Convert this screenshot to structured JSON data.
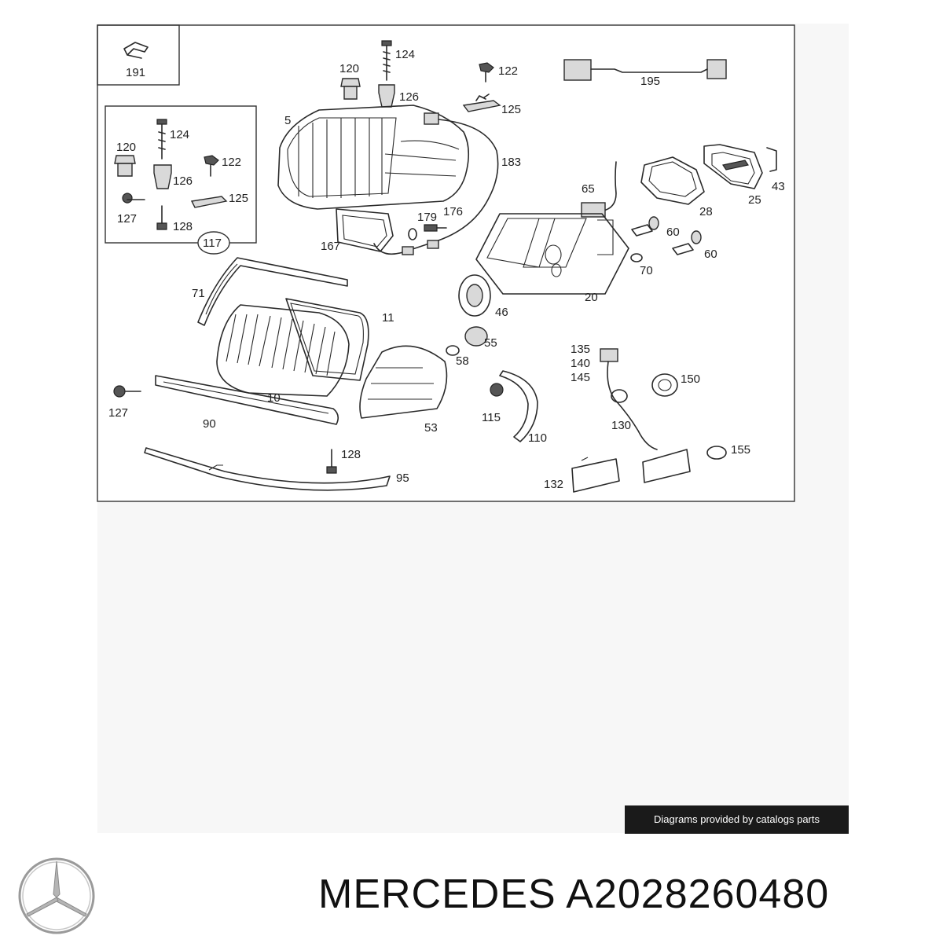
{
  "diagram": {
    "labels": {
      "l191": "191",
      "l124a": "124",
      "l120a": "120",
      "l126a": "126",
      "l122a": "122",
      "l125a": "125",
      "l195": "195",
      "l5": "5",
      "l183": "183",
      "l124b": "124",
      "l120b": "120",
      "l122b": "122",
      "l126b": "126",
      "l125b": "125",
      "l127a": "127",
      "l128a": "128",
      "l117": "117",
      "l179": "179",
      "l176": "176",
      "l167": "167",
      "l65": "65",
      "l28": "28",
      "l25": "25",
      "l43": "43",
      "l60a": "60",
      "l60b": "60",
      "l70": "70",
      "l20": "20",
      "l71": "71",
      "l11": "11",
      "l46": "46",
      "l55": "55",
      "l58": "58",
      "l10": "10",
      "l127b": "127",
      "l90": "90",
      "l53": "53",
      "l135": "135",
      "l140": "140",
      "l145": "145",
      "l150": "150",
      "l115": "115",
      "l110": "110",
      "l130": "130",
      "l128b": "128",
      "l95": "95",
      "l155": "155",
      "l132": "132"
    }
  },
  "footer": {
    "credit": "Diagrams provided by catalogs parts",
    "brand": "MERCEDES A2028260480",
    "logo_icon": "mercedes-star-icon"
  }
}
